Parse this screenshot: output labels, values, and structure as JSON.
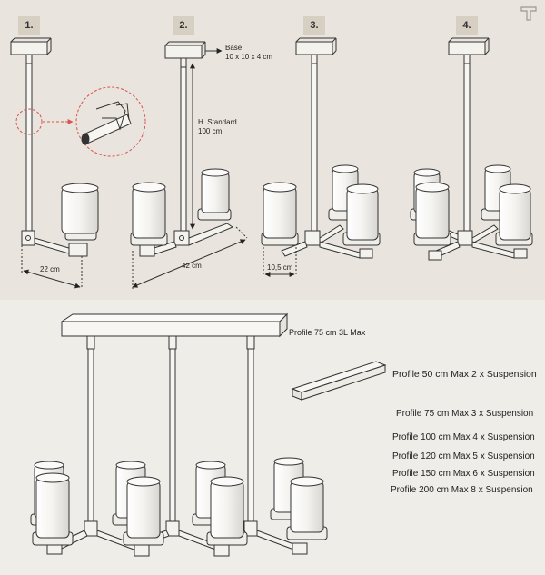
{
  "steps": [
    "1.",
    "2.",
    "3.",
    "4."
  ],
  "annotations": {
    "base_label": "Base",
    "base_dims": "10 x 10 x 4 cm",
    "height_label": "H. Standard",
    "height_value": "100 cm",
    "arm_22": "22 cm",
    "arm_42": "42 cm",
    "shade_width": "10,5 cm",
    "profile_75_3L": "Profile 75 cm 3L Max"
  },
  "profiles": [
    "Profile 50 cm Max 2 x Suspension",
    "Profile 75 cm Max 3 x Suspension",
    "Profile 100 cm Max 4 x Suspension",
    "Profile 120 cm Max 5 x Suspension",
    "Profile 150 cm Max 6 x Suspension",
    "Profile 200 cm Max 8 x Suspension"
  ],
  "colors": {
    "top_bg": "#e9e5de",
    "bottom_bg": "#efede8",
    "label_bg": "#d6cfc2",
    "accent_red": "#d9534f"
  }
}
